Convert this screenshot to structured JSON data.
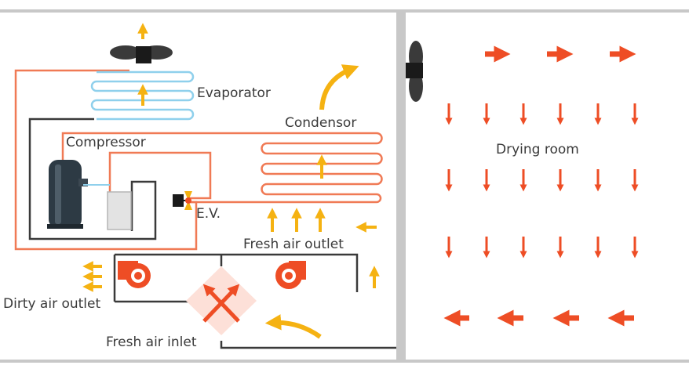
{
  "labels": {
    "evaporator": "Evaporator",
    "condensor": "Condensor",
    "compressor": "Compressor",
    "ev": "E.V.",
    "fresh_air_outlet": "Fresh air outlet",
    "dirty_air_outlet": "Dirty air outlet",
    "fresh_air_inlet": "Fresh air inlet",
    "drying_room": "Drying room"
  },
  "colors": {
    "hot_pipe": "#f07a55",
    "cold_pipe": "#8fd0ec",
    "wire": "#3a3a3a",
    "flow_arrow": "#f5b212",
    "room_arrow": "#ee4d25",
    "wall": "#c8c8c8"
  },
  "icons": [
    "fan-icon",
    "compressor-icon",
    "receiver-tank-icon",
    "expansion-valve-icon",
    "blower-icon",
    "heat-exchanger-icon"
  ]
}
